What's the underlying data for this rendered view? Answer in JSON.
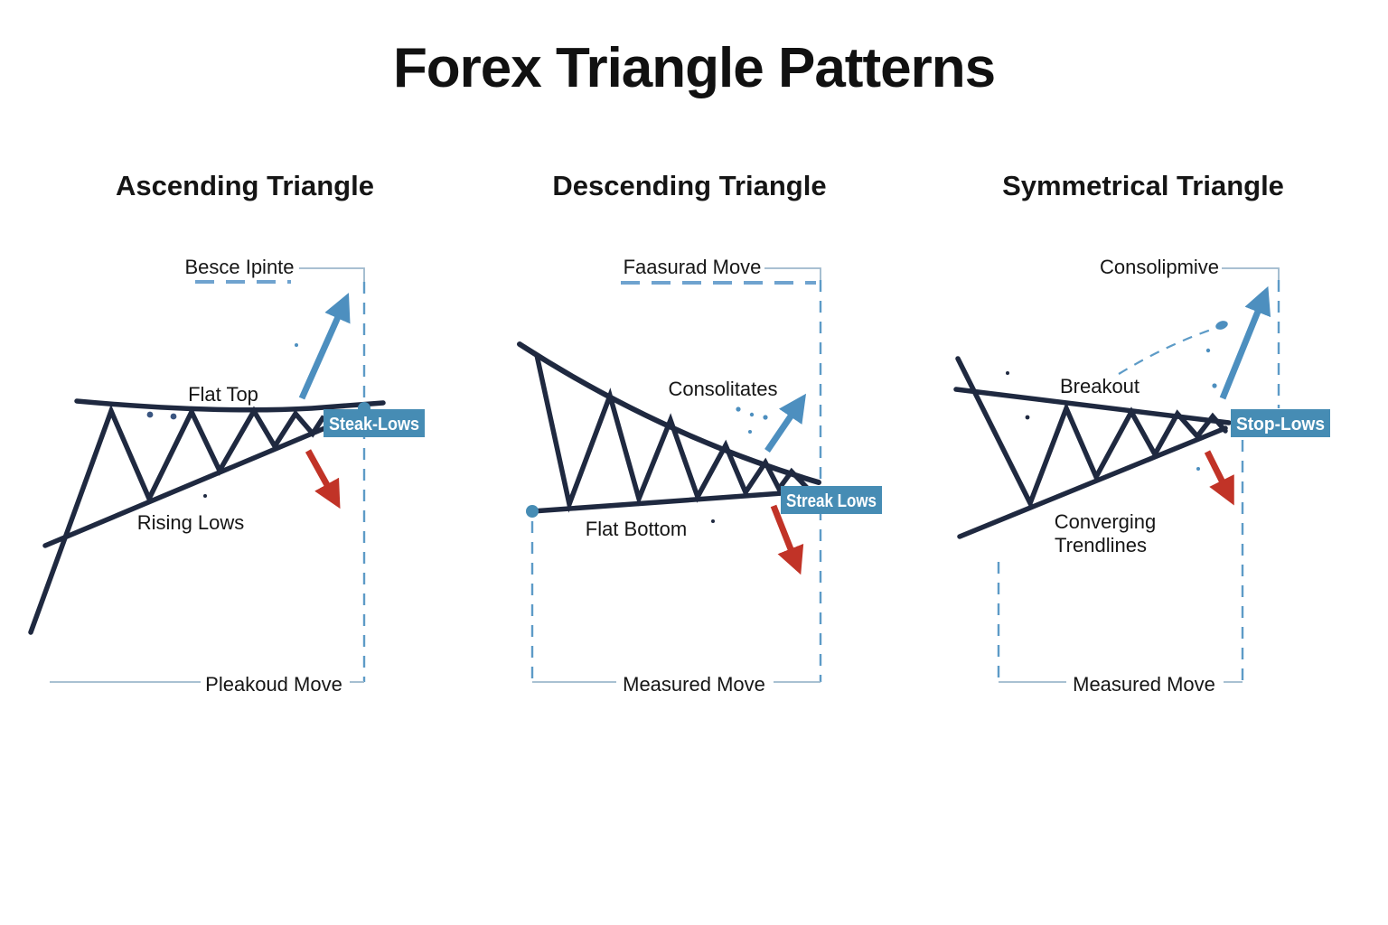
{
  "title": "Forex Triangle Patterns",
  "panels": [
    {
      "heading": "Ascending Triangle",
      "measure_label_top": "Besce Ipinte",
      "pattern_label_top": "Flat Top",
      "pattern_label_bottom": "Rising Lows",
      "badge_label": "Steak-Lows",
      "measure_label_bottom": "Pleakoud Move"
    },
    {
      "heading": "Descending Triangle",
      "measure_label_top": "Faasurad Move",
      "pattern_label_top": "Consolitates",
      "pattern_label_bottom": "Flat Bottom",
      "badge_label": "Streak Lows",
      "measure_label_bottom": "Measured Move"
    },
    {
      "heading": "Symmetrical Triangle",
      "measure_label_top": "Consolipmive",
      "pattern_label_top": "Breakout",
      "pattern_label_bottom_line1": "Converging",
      "pattern_label_bottom_line2": "Trendlines",
      "badge_label": "Stop-Lows",
      "measure_label_bottom": "Measured Move"
    }
  ],
  "colors": {
    "background": "#ffffff",
    "trendline_navy": "#1f2940",
    "badge_blue": "#468cb4",
    "arrow_blue": "#4d8fbf",
    "arrow_red": "#c13327",
    "dashed_blue": "#5d9bc7",
    "bracket_blue": "#9db8cc",
    "text": "#151515"
  }
}
